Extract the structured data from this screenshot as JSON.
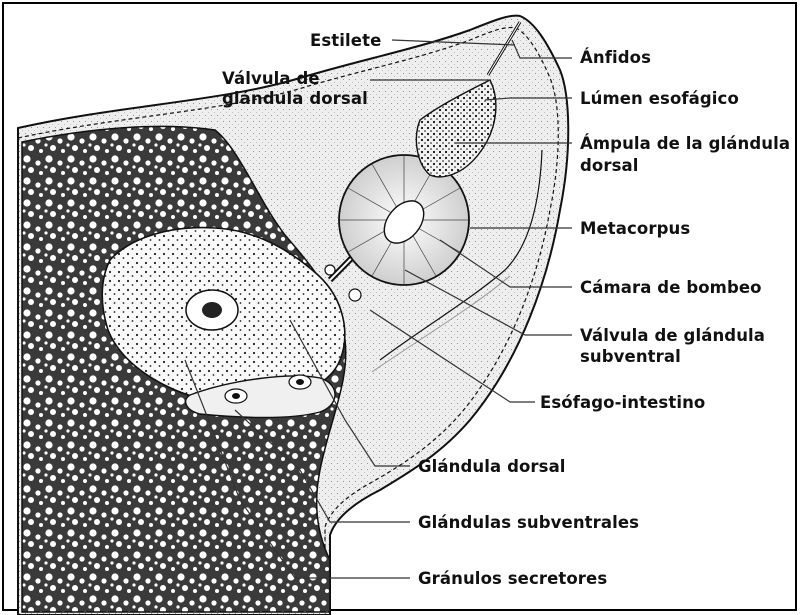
{
  "diagram": {
    "labels": {
      "estilete": "Estilete",
      "anfidos": "Ánfidos",
      "valvula_dorsal_l1": "Válvula de",
      "valvula_dorsal_l2": "glándula dorsal",
      "lumen": "Lúmen esofágico",
      "ampula_l1": "Ámpula de la glándula",
      "ampula_l2": "dorsal",
      "metacorpus": "Metacorpus",
      "camara": "Cámara de bombeo",
      "valvula_subventral_l1": "Válvula de glándula",
      "valvula_subventral_l2": "subventral",
      "esofago_intestino": "Esófago-intestino",
      "glandula_dorsal": "Glándula dorsal",
      "glandulas_subventrales": "Glándulas subventrales",
      "granulos": "Gránulos secretores"
    },
    "colors": {
      "ink": "#111111",
      "stipple_bg": "#e9e9e9",
      "body_bg": "#f4f4f4",
      "gland_bg": "#f7f7f7"
    }
  }
}
